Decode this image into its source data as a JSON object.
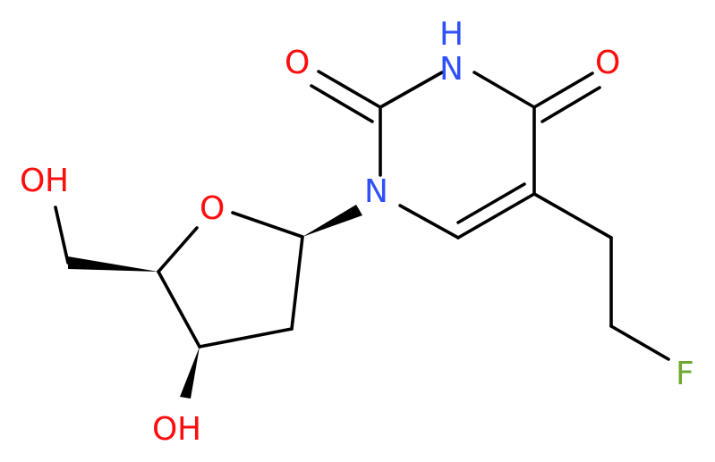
{
  "molecule": {
    "atoms": {
      "o_carbonyl_2": "O",
      "nh": "H",
      "n_imide": "N",
      "o_carbonyl_4": "O",
      "oh_primary_o": "O",
      "oh_primary_h": "H",
      "o_ring": "O",
      "n1": "N",
      "fluorine": "F",
      "oh_secondary_o": "O",
      "oh_secondary_h": "H"
    },
    "colors": {
      "oxygen": "#ff0d0d",
      "nitrogen": "#3050f8",
      "fluorine": "#70a830",
      "bond": "#000000"
    }
  }
}
